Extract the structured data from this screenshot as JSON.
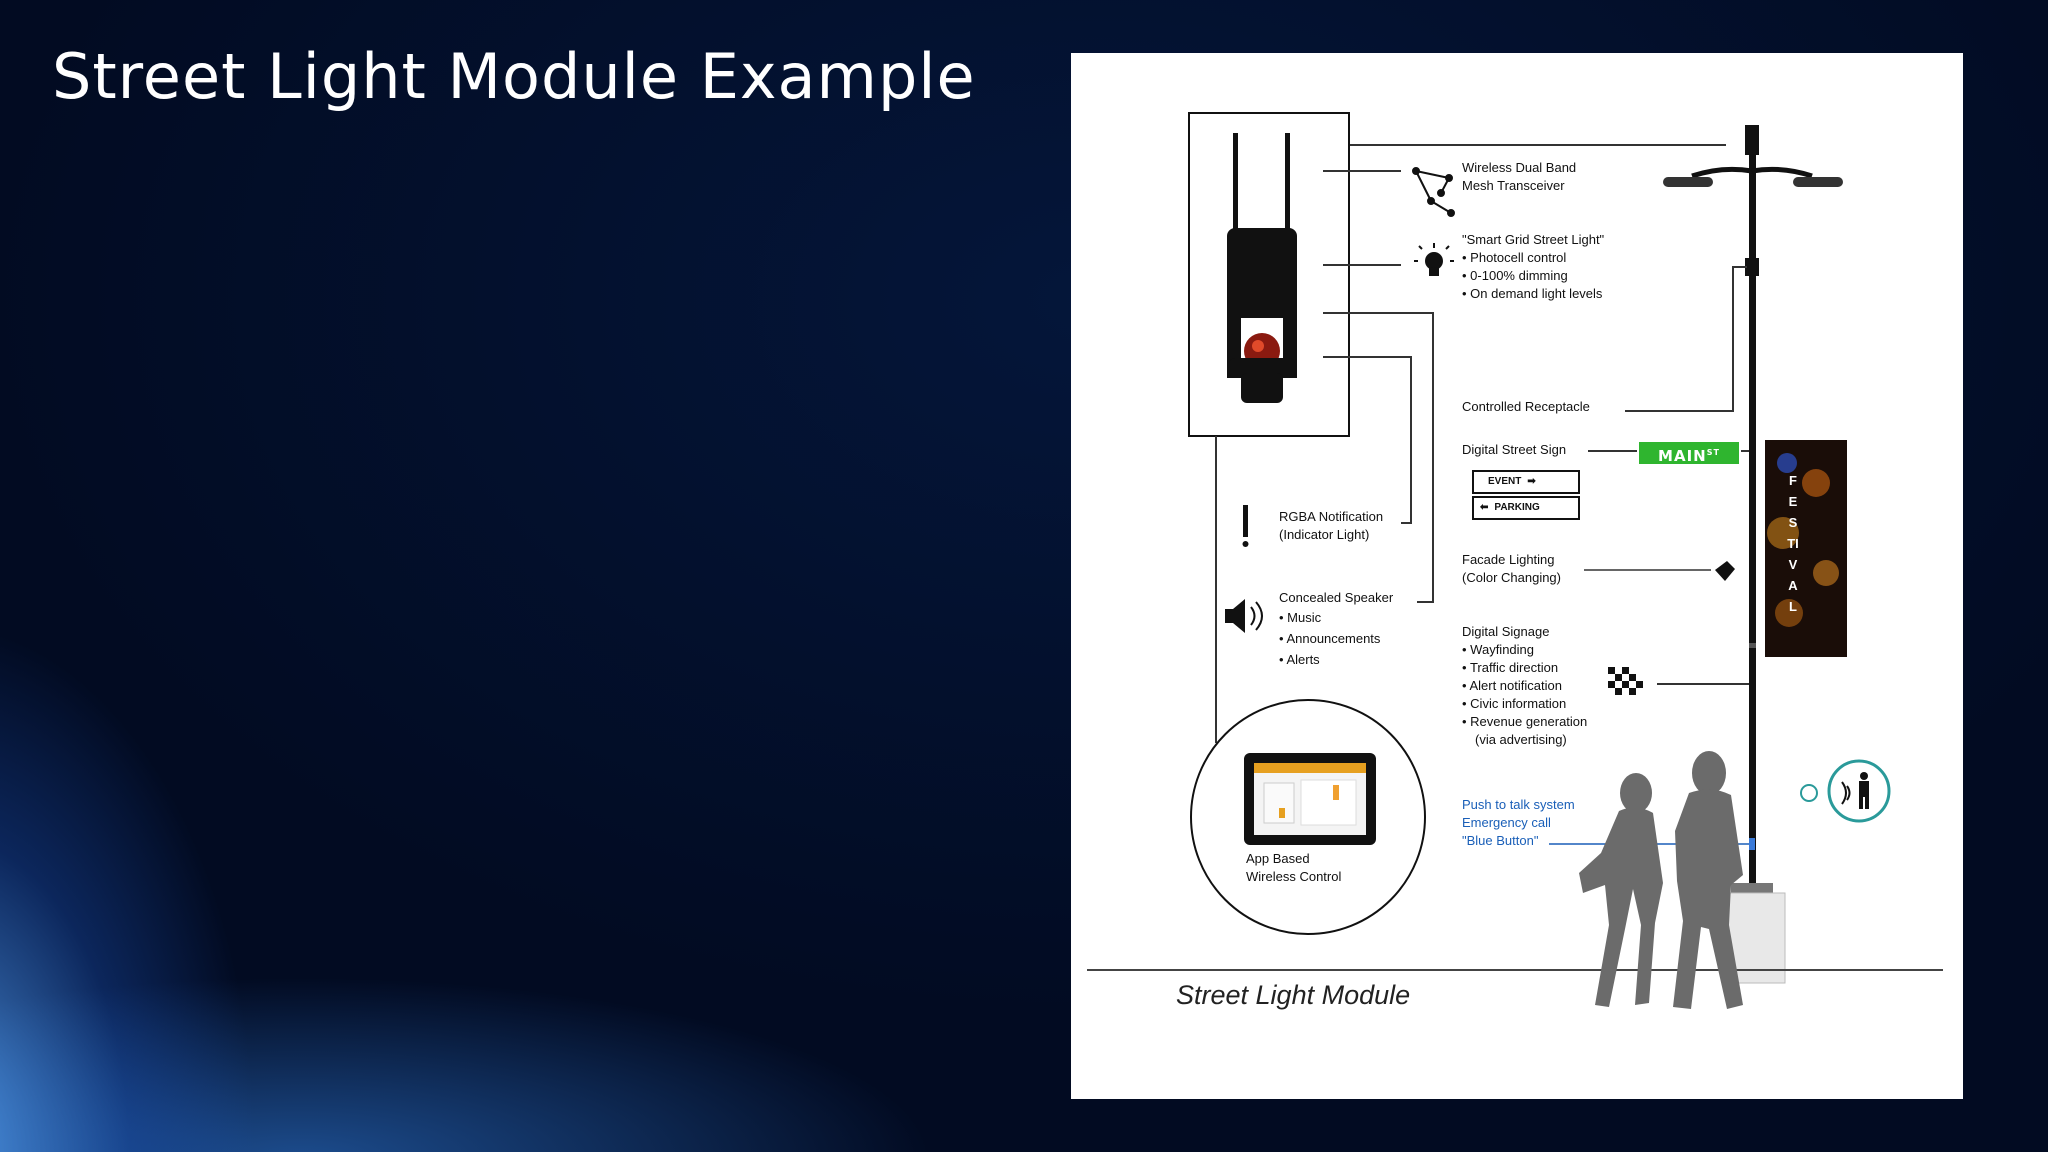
{
  "slide": {
    "title": "Street Light Module Example"
  },
  "diagram": {
    "caption": "Street Light Module",
    "labels": {
      "wireless": "Wireless Dual Band\nMesh Transceiver",
      "smart_grid_title": "\"Smart Grid Street Light\"",
      "smart_grid_items": [
        "Photocell control",
        "0-100% dimming",
        "On demand light levels"
      ],
      "receptacle": "Controlled Receptacle",
      "street_sign": "Digital Street Sign",
      "rgba": "RGBA Notification\n(Indicator Light)",
      "speaker_title": "Concealed Speaker",
      "speaker_items": [
        "Music",
        "Announcements",
        "Alerts"
      ],
      "facade": "Facade Lighting\n(Color Changing)",
      "signage_title": "Digital Signage",
      "signage_items": [
        "Wayfinding",
        "Traffic direction",
        "Alert notification",
        "Civic information",
        "Revenue generation"
      ],
      "signage_note": "(via advertising)",
      "push_to_talk": "Push to talk system\nEmergency call\n\"Blue Button\"",
      "app": "App Based\nWireless Control"
    },
    "signs": {
      "main": "MAIN",
      "main_suffix": "ST",
      "event": "EVENT",
      "parking": "PARKING",
      "banner": "FESTIVAL"
    },
    "colors": {
      "sign_green": "#2fb52f",
      "blue_text": "#1a5fb8"
    }
  }
}
